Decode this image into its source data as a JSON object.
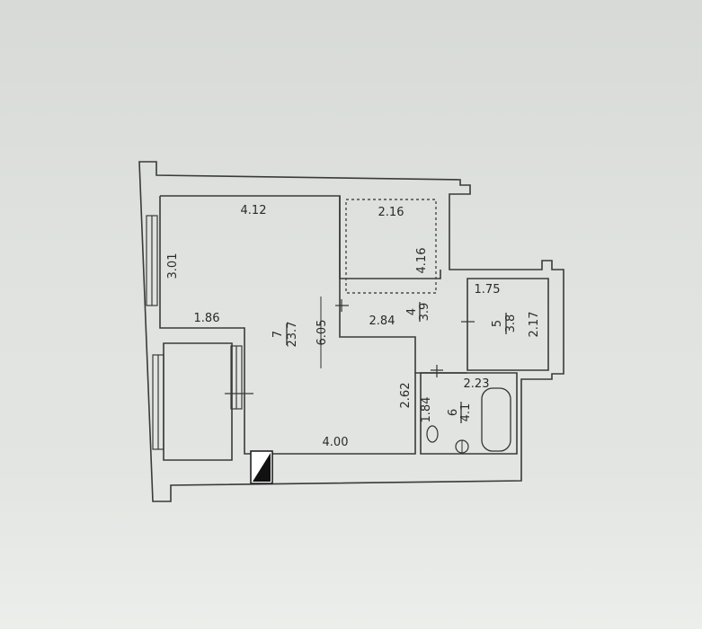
{
  "dimensions": {
    "d_4_12": "4.12",
    "d_2_16": "2.16",
    "d_4_16": "4.16",
    "d_3_01": "3.01",
    "d_1_86": "1.86",
    "d_6_05": "6.05",
    "d_2_84": "2.84",
    "d_1_75": "1.75",
    "d_2_17": "2.17",
    "d_2_23": "2.23",
    "d_2_62": "2.62",
    "d_1_84": "1.84",
    "d_4_00": "4.00"
  },
  "rooms": {
    "room7": {
      "number": "7",
      "area": "23.7"
    },
    "room4": {
      "number": "4",
      "area": "3.9"
    },
    "room5": {
      "number": "5",
      "area": "3.8"
    },
    "room6": {
      "number": "6",
      "area": "4.1"
    }
  },
  "colors": {
    "wall": "#3a3a3a",
    "paper": "#dfe2df"
  }
}
